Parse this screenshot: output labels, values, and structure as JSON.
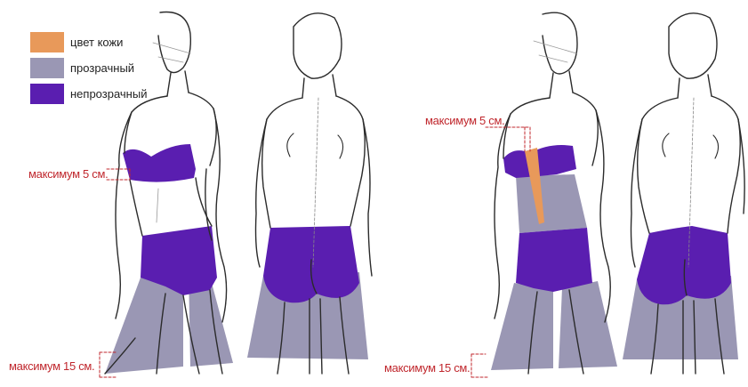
{
  "colors": {
    "skin": "#E8995A",
    "transparent": "#9A97B4",
    "opaque": "#5A1EB0",
    "outline": "#2b2b2b",
    "annotation": "#C0272D"
  },
  "legend": [
    {
      "label": "цвет кожи",
      "color": "#E8995A"
    },
    {
      "label": "прозрачный",
      "color": "#9A97B4"
    },
    {
      "label": "непрозрачный",
      "color": "#5A1EB0"
    }
  ],
  "annotations": {
    "left_chest": "максимум 5 см.",
    "left_hem": "максимум 15 см.",
    "right_chest": "максимум 5 см.",
    "right_hem": "максимум 15 см."
  }
}
